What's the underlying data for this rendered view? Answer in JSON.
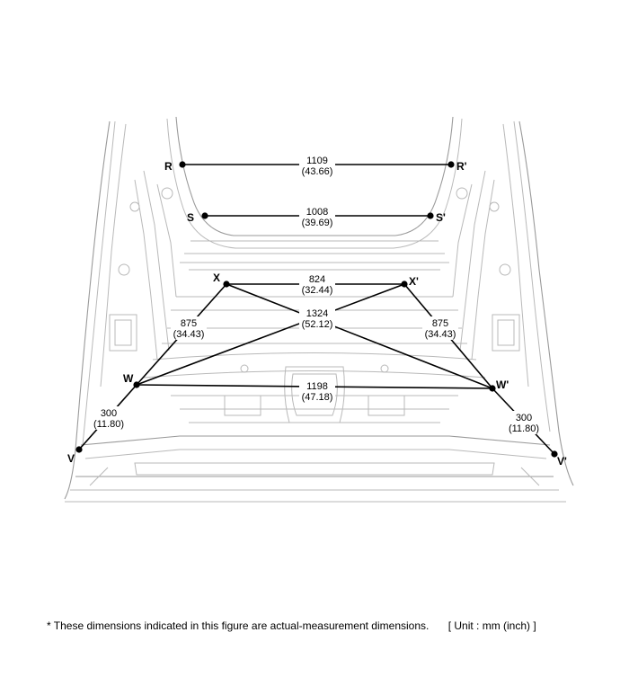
{
  "points": [
    {
      "id": "R",
      "label": "R"
    },
    {
      "id": "R2",
      "label": "R'"
    },
    {
      "id": "S",
      "label": "S"
    },
    {
      "id": "S2",
      "label": "S'"
    },
    {
      "id": "X",
      "label": "X"
    },
    {
      "id": "X2",
      "label": "X'"
    },
    {
      "id": "W",
      "label": "W"
    },
    {
      "id": "W2",
      "label": "W'"
    },
    {
      "id": "V",
      "label": "V"
    },
    {
      "id": "V2",
      "label": "V'"
    }
  ],
  "dimensions": [
    {
      "id": "RR",
      "from": "R",
      "to": "R'",
      "mm": "1109",
      "inch": "(43.66)"
    },
    {
      "id": "SS",
      "from": "S",
      "to": "S'",
      "mm": "1008",
      "inch": "(39.69)"
    },
    {
      "id": "XX",
      "from": "X",
      "to": "X'",
      "mm": "824",
      "inch": "(32.44)"
    },
    {
      "id": "XW_cross",
      "from": "X",
      "to": "W'",
      "mm": "1324",
      "inch": "(52.12)"
    },
    {
      "id": "XW_left",
      "from": "X",
      "to": "W",
      "mm": "875",
      "inch": "(34.43)"
    },
    {
      "id": "XW_right",
      "from": "X'",
      "to": "W'",
      "mm": "875",
      "inch": "(34.43)"
    },
    {
      "id": "WW",
      "from": "W",
      "to": "W'",
      "mm": "1198",
      "inch": "(47.18)"
    },
    {
      "id": "WV_left",
      "from": "W",
      "to": "V",
      "mm": "300",
      "inch": "(11.80)"
    },
    {
      "id": "WV_right",
      "from": "W'",
      "to": "V'",
      "mm": "300",
      "inch": "(11.80)"
    }
  ],
  "footnote": {
    "marker": "*",
    "text": "These dimensions indicated in this figure are actual-measurement dimensions.",
    "unit": "[ Unit : mm (inch) ]"
  }
}
